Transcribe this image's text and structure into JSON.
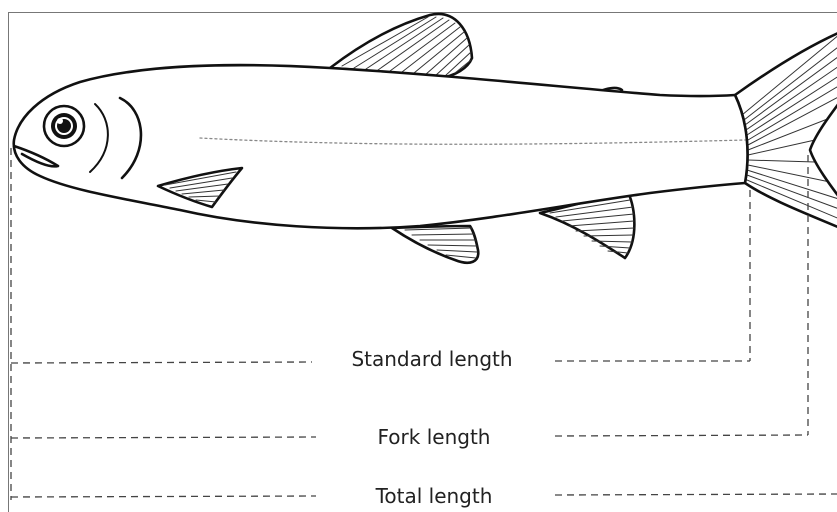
{
  "diagram": {
    "measurements": [
      {
        "id": "standard",
        "label": "Standard length"
      },
      {
        "id": "fork",
        "label": "Fork length"
      },
      {
        "id": "total",
        "label": "Total length"
      }
    ]
  },
  "colors": {
    "outline": "#111111",
    "dash": "#444444",
    "lateral_line": "#888888",
    "fin_ray": "#333333",
    "border": "#777777"
  }
}
